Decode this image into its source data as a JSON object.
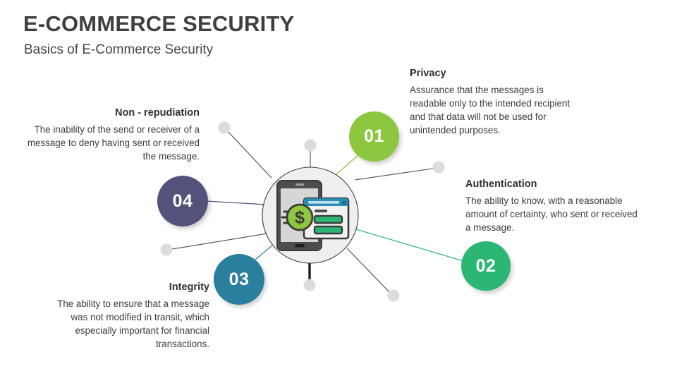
{
  "header": {
    "title": "E-COMMERCE SECURITY",
    "subtitle": "Basics of E-Commerce Security"
  },
  "colors": {
    "badge_01": "#8dc63f",
    "badge_02": "#2bb673",
    "badge_03": "#2a7f9e",
    "badge_04": "#53527a",
    "center_circle": "#efefef",
    "connector_gray": "#4a4a4a",
    "dot_gray": "#dcdcdc",
    "text_dark": "#3d3d3d"
  },
  "center": {
    "icon_name": "mobile-payment-icon",
    "phone_body": "#4d4d4d",
    "phone_screen": "#d6d6d6",
    "coin_color": "#8dc63f",
    "browser_bar": "#2b8cb3",
    "browser_rows": "#2bb673"
  },
  "items": [
    {
      "number": "01",
      "heading": "Privacy",
      "body": "Assurance that the messages is readable only to the intended recipient and that data will not be used for unintended purposes.",
      "color": "#8dc63f",
      "align": "left"
    },
    {
      "number": "02",
      "heading": "Authentication",
      "body": "The ability to know, with a reasonable amount of certainty, who sent or received a message.",
      "color": "#2bb673",
      "align": "left"
    },
    {
      "number": "03",
      "heading": "Integrity",
      "body": "The ability to ensure that a message was not modified in transit, which especially important for financial transactions.",
      "color": "#2a7f9e",
      "align": "right"
    },
    {
      "number": "04",
      "heading": "Non - repudiation",
      "body": "The inability of the send or receiver of a message to deny having sent or received the message.",
      "color": "#53527a",
      "align": "right"
    }
  ]
}
